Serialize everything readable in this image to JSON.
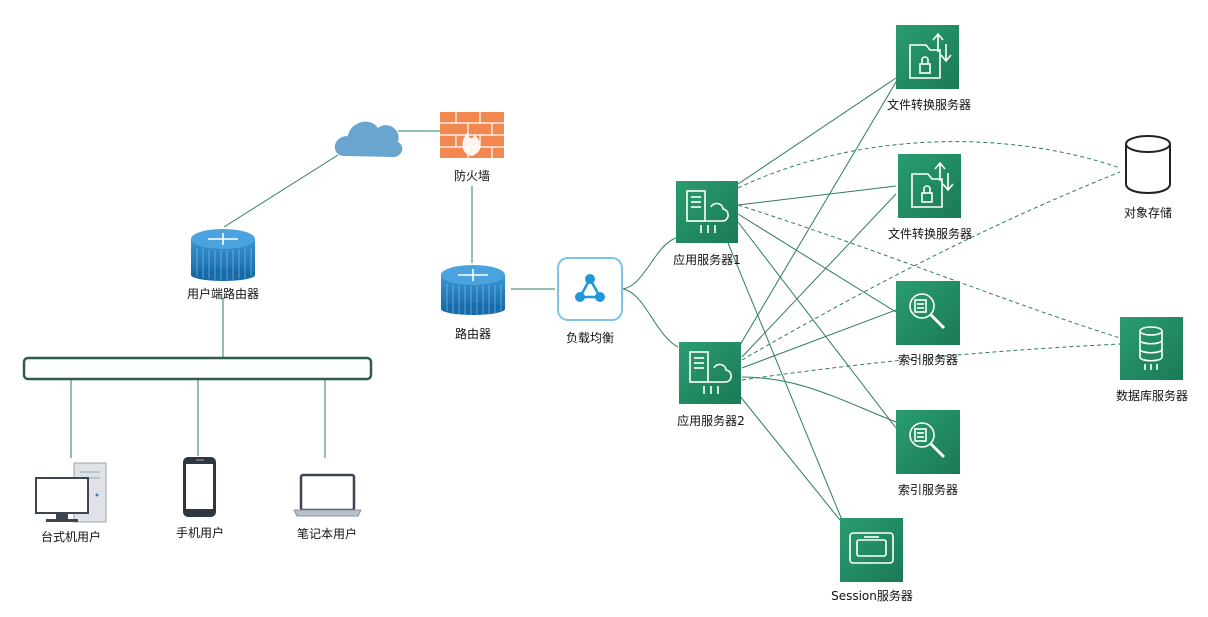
{
  "labels": {
    "firewall": "防火墙",
    "user_router": "用户端路由器",
    "router": "路由器",
    "load_balancer": "负载均衡",
    "app_server_1": "应用服务器1",
    "app_server_2": "应用服务器2",
    "file_server_1": "文件转换服务器",
    "file_server_2": "文件转换服务器",
    "index_server_1": "索引服务器",
    "index_server_2": "索引服务器",
    "session_server": "Session服务器",
    "object_storage": "对象存储",
    "db_server": "数据库服务器",
    "desktop_user": "台式机用户",
    "phone_user": "手机用户",
    "laptop_user": "笔记本用户"
  },
  "colors": {
    "tile": "#1f8a63",
    "line": "#2e7d5b",
    "router": "#1e7bbf",
    "cloud": "#6aa5cf",
    "firewall": "#f0884f"
  },
  "icons": {
    "cloud": "cloud-icon",
    "firewall": "firewall-icon",
    "router": "router-icon",
    "load_balancer": "load-balancer-icon",
    "app_server": "server-cloud-icon",
    "file_server": "file-transfer-icon",
    "index_server": "search-icon",
    "session_server": "session-icon",
    "object_storage": "cylinder-icon",
    "db_server": "database-icon",
    "desktop": "desktop-computer-icon",
    "phone": "smartphone-icon",
    "laptop": "laptop-icon"
  }
}
